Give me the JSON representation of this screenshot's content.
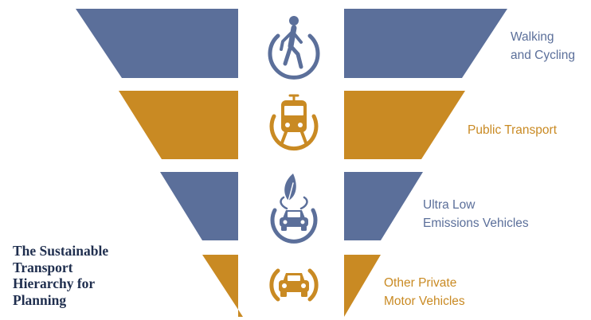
{
  "title": {
    "lines": [
      "The Sustainable",
      "Transport",
      "Hierarchy for",
      "Planning"
    ]
  },
  "tiers": [
    {
      "lines": [
        "Walking",
        "and Cycling"
      ],
      "icon": "pedestrian-icon",
      "color": "#5b6f9a"
    },
    {
      "lines": [
        "Public Transport"
      ],
      "icon": "train-icon",
      "color": "#c98a23"
    },
    {
      "lines": [
        "Ultra Low",
        "Emissions Vehicles"
      ],
      "icon": "eco-car-leaf-icon",
      "color": "#5b6f9a"
    },
    {
      "lines": [
        "Other Private",
        "Motor Vehicles"
      ],
      "icon": "car-icon",
      "color": "#c98a23"
    }
  ],
  "colors": {
    "blue": "#5b6f9a",
    "gold": "#c98a23",
    "title": "#1f2e4e",
    "background": "#ffffff"
  }
}
